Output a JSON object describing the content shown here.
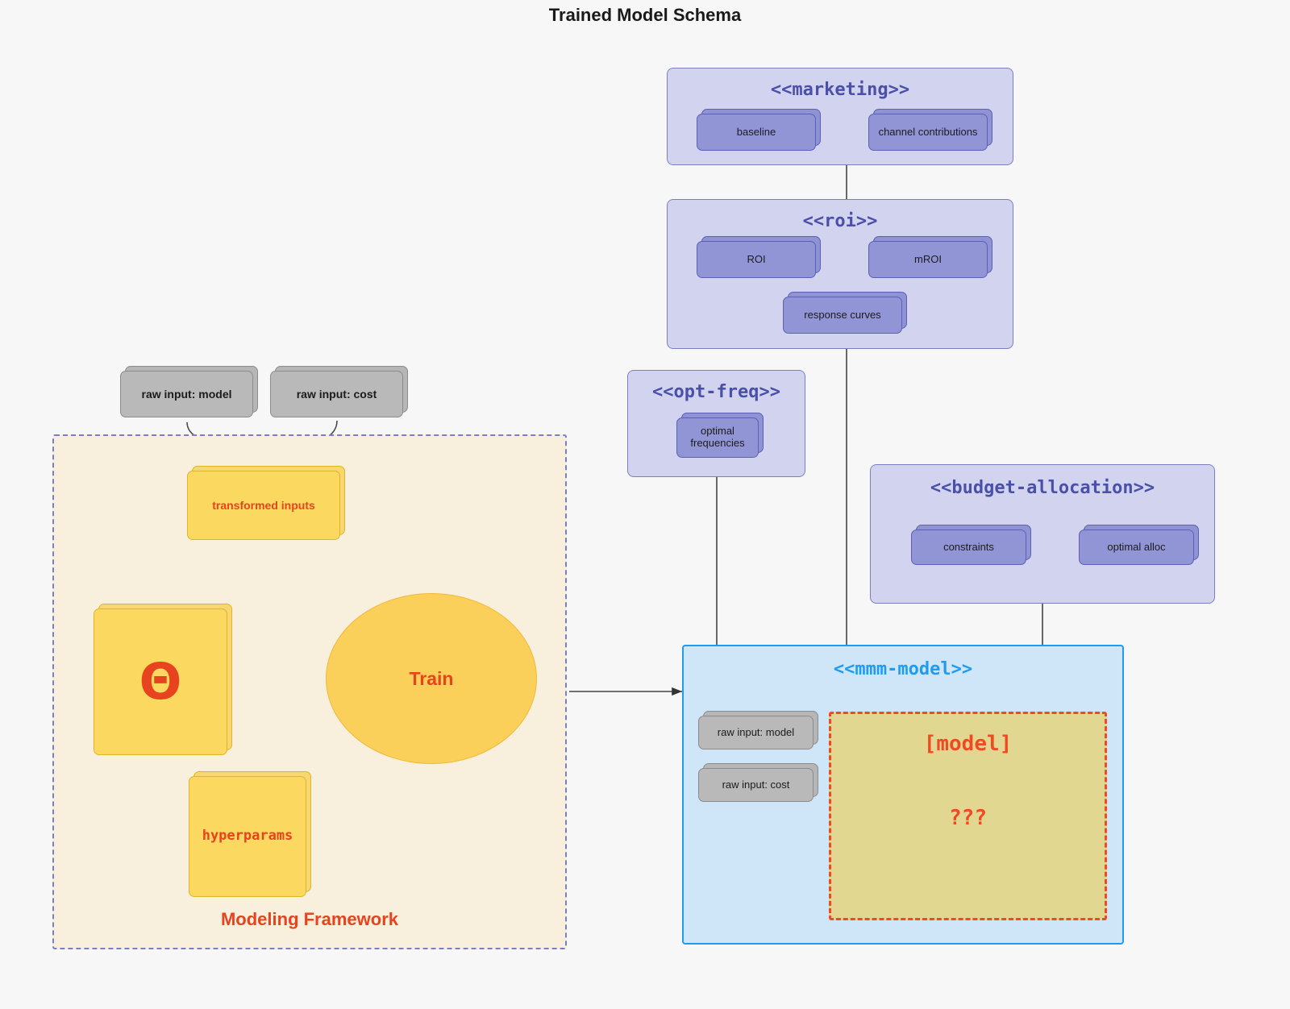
{
  "page": {
    "title": "Trained Model Schema",
    "background": "#f7f7f7"
  },
  "colors": {
    "package_fill": "#d2d4ef",
    "package_stroke": "#7a7fc4",
    "package_title": "#4a4fa8",
    "node_fill": "#9195d6",
    "node_stroke": "#5b60b5",
    "grey_node_fill": "#b9b9b9",
    "grey_node_stroke": "#8c8c8c",
    "yellow_node_fill": "#fbd961",
    "yellow_node_stroke": "#e0b428",
    "framework_fill": "#f8f0dd",
    "accent_red": "#e8431f",
    "mmm_fill": "#cfe6f8",
    "mmm_stroke": "#1f9cf0",
    "model_region_fill": "#e2d791",
    "model_region_stroke": "#f04a22"
  },
  "packages": {
    "marketing": {
      "title": "<<marketing>>",
      "nodes": [
        {
          "label": "baseline"
        },
        {
          "label": "channel contributions"
        }
      ]
    },
    "roi": {
      "title": "<<roi>>",
      "nodes": [
        {
          "label": "ROI"
        },
        {
          "label": "mROI"
        },
        {
          "label": "response curves"
        }
      ]
    },
    "opt_freq": {
      "title": "<<opt-freq>>",
      "nodes": [
        {
          "label": "optimal\nfrequencies",
          "line1": "optimal",
          "line2": "frequencies"
        }
      ]
    },
    "budget_allocation": {
      "title": "<<budget-allocation>>",
      "nodes": [
        {
          "label": "constraints"
        },
        {
          "label": "optimal alloc"
        }
      ]
    },
    "mmm_model": {
      "title": "<<mmm-model>>",
      "nodes": [
        {
          "label": "raw input: model"
        },
        {
          "label": "raw input: cost"
        }
      ],
      "model_region": {
        "heading": "[model]",
        "body": "???"
      }
    }
  },
  "framework": {
    "label": "Modeling Framework",
    "raw_inputs": [
      {
        "label": "raw input: model"
      },
      {
        "label": "raw input: cost"
      }
    ],
    "transformed_inputs": {
      "label": "transformed inputs"
    },
    "theta": {
      "label": "Θ"
    },
    "hyperparams": {
      "label": "hyperparams"
    },
    "train": {
      "label": "Train"
    }
  }
}
